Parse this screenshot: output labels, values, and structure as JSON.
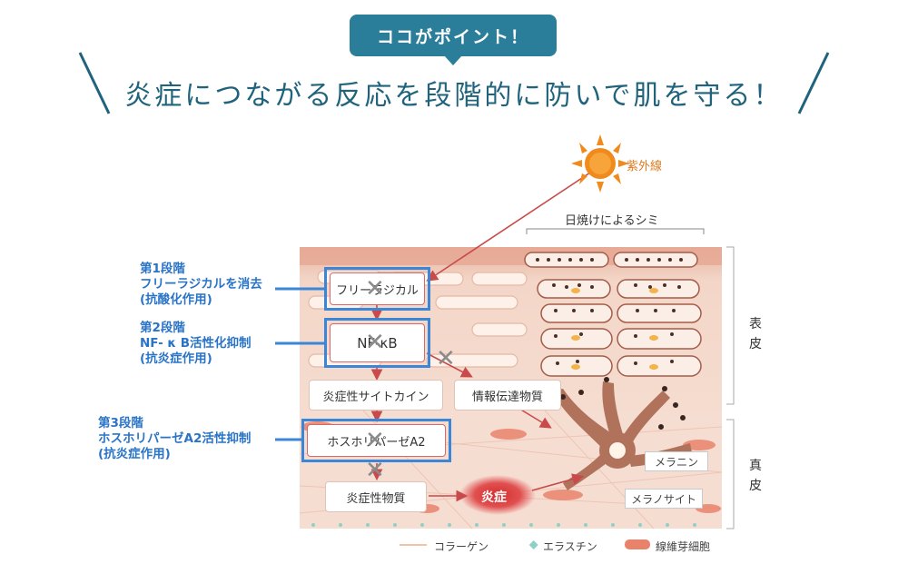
{
  "header": {
    "badge": "ココがポイント！",
    "headline": "炎症につながる反応を段階的に防いで肌を守る！"
  },
  "stages": [
    {
      "title": "第1段階",
      "line1": "フリーラジカルを消去",
      "line2": "(抗酸化作用)"
    },
    {
      "title": "第2段階",
      "line1": "NF- κ B活性化抑制",
      "line2": "(抗炎症作用)"
    },
    {
      "title": "第3段階",
      "line1": "ホスホリパーゼA2活性抑制",
      "line2": "(抗炎症作用)"
    }
  ],
  "boxes": {
    "free_radical": "フリーラジカル",
    "nfkb": "NF-κB",
    "cytokine": "炎症性サイトカイン",
    "messenger": "情報伝達物質",
    "phospholipase": "ホスホリパーゼA2",
    "inflammatory_substance": "炎症性物質",
    "inflammation": "炎症"
  },
  "labels": {
    "uv": "紫外線",
    "sunburn_spots": "日焼けによるシミ",
    "melanin": "メラニン",
    "melanocyte": "メラノサイト",
    "epidermis": "表皮",
    "dermis": "真皮"
  },
  "legend": {
    "collagen": "コラーゲン",
    "elastin": "エラスチン",
    "fibroblast": "線維芽細胞"
  },
  "colors": {
    "badge": "#2b7e99",
    "headline": "#20637c",
    "stage_text": "#2a74c7",
    "highlight_border": "#3b86d6",
    "box_border": "#d66a6a",
    "arrow": "#c94a4a",
    "sun": "#f08a1c"
  },
  "icons": [
    "sun-icon",
    "cross-mark-icon",
    "melanocyte-icon"
  ]
}
